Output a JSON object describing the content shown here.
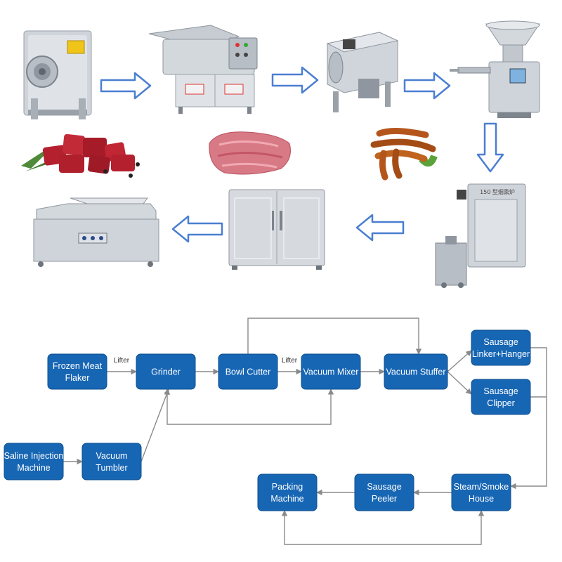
{
  "colors": {
    "node_fill": "#1766b4",
    "node_stroke": "#0e4f8f",
    "connector": "#8a8a8a",
    "arrow_outline": "#4a7fd1",
    "steel_light": "#d9dde2",
    "steel_mid": "#b8bec6",
    "steel_dark": "#8f969f",
    "meat_red": "#b5202e",
    "sausage": "#b4561c"
  },
  "pictures": {
    "top_row": [
      {
        "name": "frozen-meat-flaker-machine"
      },
      {
        "name": "bowl-cutter-machine"
      },
      {
        "name": "vacuum-mixer-machine"
      },
      {
        "name": "vacuum-stuffer-machine"
      }
    ],
    "food": [
      {
        "name": "raw-meat-cubes"
      },
      {
        "name": "minced-meat"
      },
      {
        "name": "sausages"
      }
    ],
    "bottom_row": [
      {
        "name": "packing-machine-picture"
      },
      {
        "name": "sausage-peeler-cabinet"
      },
      {
        "name": "smoke-house-machine"
      }
    ],
    "smokehouse_plate": "150 型烟熏炉"
  },
  "nodes": [
    {
      "id": "flaker",
      "lines": [
        "Frozen Meat",
        "Flaker"
      ]
    },
    {
      "id": "grinder",
      "lines": [
        "Grinder"
      ]
    },
    {
      "id": "bowl_cutter",
      "lines": [
        "Bowl Cutter"
      ]
    },
    {
      "id": "vacuum_mixer",
      "lines": [
        "Vacuum Mixer"
      ]
    },
    {
      "id": "vacuum_stuffer",
      "lines": [
        "Vacuum Stuffer"
      ]
    },
    {
      "id": "linker",
      "lines": [
        "Sausage",
        "Linker+Hanger"
      ]
    },
    {
      "id": "clipper",
      "lines": [
        "Sausage",
        "Clipper"
      ]
    },
    {
      "id": "saline",
      "lines": [
        "Saline Injection",
        "Machine"
      ]
    },
    {
      "id": "tumbler",
      "lines": [
        "Vacuum",
        "Tumbler"
      ]
    },
    {
      "id": "packing",
      "lines": [
        "Packing",
        "Machine"
      ]
    },
    {
      "id": "peeler",
      "lines": [
        "Sausage",
        "Peeler"
      ]
    },
    {
      "id": "smoke",
      "lines": [
        "Steam/Smoke",
        "House"
      ]
    }
  ],
  "edges": [
    {
      "from": "flaker",
      "to": "grinder",
      "label": "Lifter"
    },
    {
      "from": "grinder",
      "to": "bowl_cutter",
      "label": ""
    },
    {
      "from": "bowl_cutter",
      "to": "vacuum_mixer",
      "label": "Lifter"
    },
    {
      "from": "vacuum_mixer",
      "to": "vacuum_stuffer",
      "label": ""
    },
    {
      "from": "bowl_cutter",
      "to": "vacuum_stuffer",
      "label": ""
    },
    {
      "from": "grinder",
      "to": "vacuum_mixer",
      "label": ""
    },
    {
      "from": "vacuum_stuffer",
      "to": "linker",
      "label": ""
    },
    {
      "from": "vacuum_stuffer",
      "to": "clipper",
      "label": ""
    },
    {
      "from": "saline",
      "to": "tumbler",
      "label": ""
    },
    {
      "from": "tumbler",
      "to": "grinder",
      "label": ""
    },
    {
      "from": "linker",
      "to": "smoke",
      "label": ""
    },
    {
      "from": "clipper",
      "to": "smoke",
      "label": ""
    },
    {
      "from": "smoke",
      "to": "peeler",
      "label": ""
    },
    {
      "from": "peeler",
      "to": "packing",
      "label": ""
    },
    {
      "from": "smoke",
      "to": "packing",
      "label": ""
    }
  ]
}
